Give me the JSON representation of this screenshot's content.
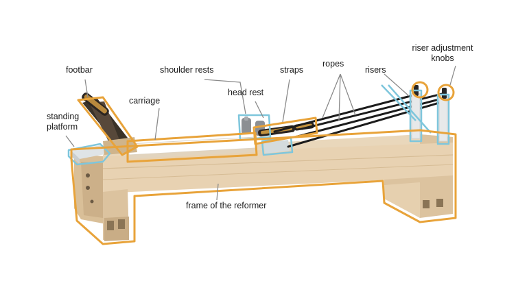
{
  "labels": {
    "footbar": "footbar",
    "standing_platform_line1": "standing",
    "standing_platform_line2": "platform",
    "carriage": "carriage",
    "shoulder_rests": "shoulder rests",
    "head_rest": "head rest",
    "straps": "straps",
    "ropes": "ropes",
    "risers": "risers",
    "riser_knobs_line1": "riser adjustment",
    "riser_knobs_line2": "knobs",
    "frame": "frame of the reformer"
  },
  "colors": {
    "blue_outline": "#7ec6dc",
    "orange_outline": "#e8a33a",
    "wood_light": "#ecd9bd",
    "wood_mid": "#ddc29c",
    "wood_dark": "#c9a97e",
    "leader": "#7d7d7d",
    "rope": "#1c1c1c"
  }
}
